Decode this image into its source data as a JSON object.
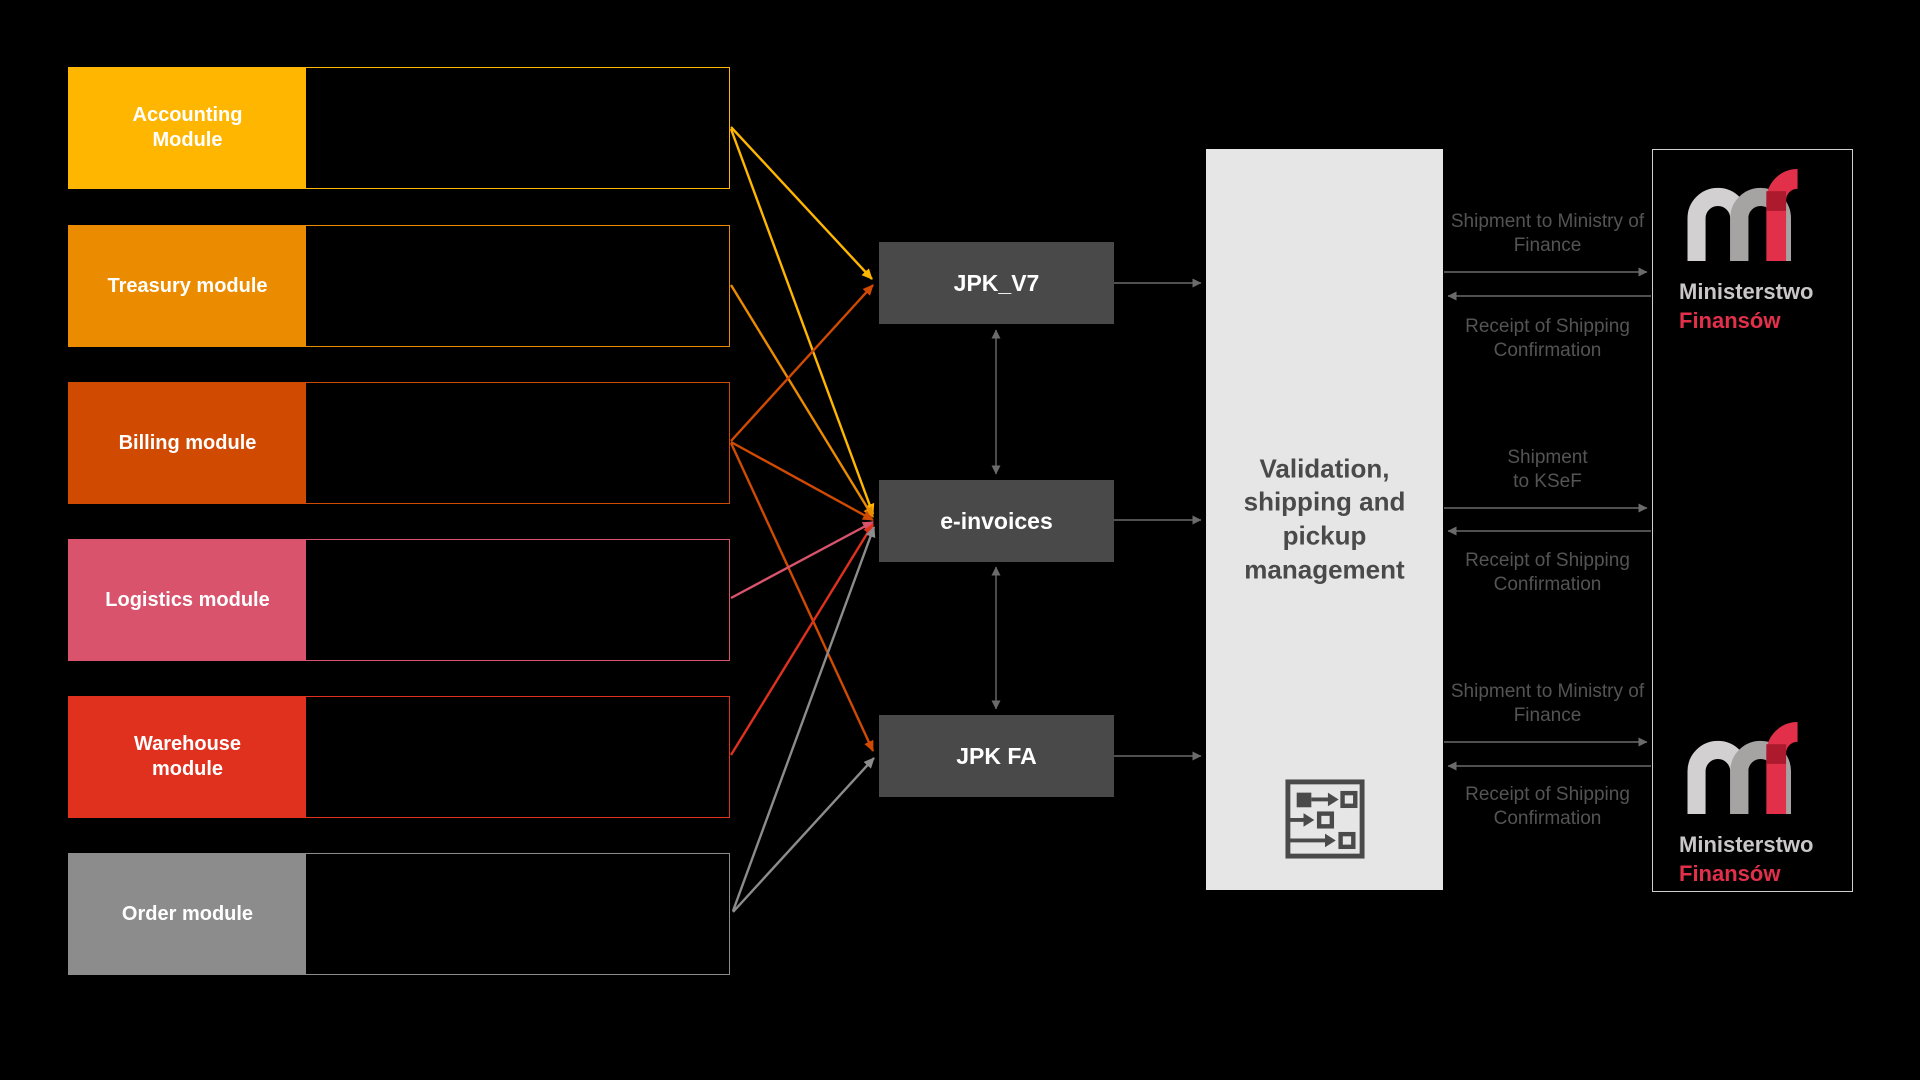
{
  "colors": {
    "background": "#000000",
    "accounting": "#FFB600",
    "treasury": "#EB8C00",
    "billing": "#D04A02",
    "logistics": "#D8536B",
    "warehouse": "#E0301E",
    "order": "#8C8C8C",
    "document_box": "#494949",
    "validation_box": "#E6E6E6",
    "validation_text": "#4A4A4A",
    "connector_gray": "#6B6B6B",
    "flow_label_text": "#545454",
    "logo_gray": "#C9C7C7",
    "logo_red": "#E2304A"
  },
  "modules": [
    {
      "id": "accounting",
      "label": "Accounting\nModule",
      "color": "#FFB600"
    },
    {
      "id": "treasury",
      "label": "Treasury module",
      "color": "#EB8C00"
    },
    {
      "id": "billing",
      "label": "Billing module",
      "color": "#D04A02"
    },
    {
      "id": "logistics",
      "label": "Logistics module",
      "color": "#D8536B"
    },
    {
      "id": "warehouse",
      "label": "Warehouse\nmodule",
      "color": "#E0301E"
    },
    {
      "id": "order",
      "label": "Order module",
      "color": "#8C8C8C"
    }
  ],
  "documents": [
    {
      "id": "jpk_v7",
      "label": "JPK_V7"
    },
    {
      "id": "e_invoices",
      "label": "e-invoices"
    },
    {
      "id": "jpk_fa",
      "label": "JPK FA"
    }
  ],
  "validation": {
    "label": "Validation, shipping and pickup management"
  },
  "flows": [
    {
      "label": "Shipment to Ministry of Finance",
      "direction": "right"
    },
    {
      "label": "Receipt of Shipping Confirmation",
      "direction": "left"
    },
    {
      "label": "Shipment\nto KSeF",
      "direction": "right"
    },
    {
      "label": "Receipt of Shipping Confirmation",
      "direction": "left"
    },
    {
      "label": "Shipment to Ministry of Finance",
      "direction": "right"
    },
    {
      "label": "Receipt of Shipping Confirmation",
      "direction": "left"
    }
  ],
  "ministry": {
    "name_line1": "Ministerstwo",
    "name_line2": "Finansów"
  },
  "connections": [
    {
      "from": "Accounting Module",
      "to": "JPK_V7",
      "color": "#FFB600"
    },
    {
      "from": "Accounting Module",
      "to": "e-invoices",
      "color": "#FFB600"
    },
    {
      "from": "Treasury module",
      "to": "e-invoices",
      "color": "#EB8C00"
    },
    {
      "from": "Billing module",
      "to": "JPK_V7",
      "color": "#D04A02"
    },
    {
      "from": "Billing module",
      "to": "e-invoices",
      "color": "#D04A02"
    },
    {
      "from": "Billing module",
      "to": "JPK FA",
      "color": "#D04A02"
    },
    {
      "from": "Logistics module",
      "to": "e-invoices",
      "color": "#D8536B"
    },
    {
      "from": "Warehouse module",
      "to": "e-invoices",
      "color": "#E0301E"
    },
    {
      "from": "Order module",
      "to": "e-invoices",
      "color": "#8C8C8C"
    },
    {
      "from": "Order module",
      "to": "JPK FA",
      "color": "#8C8C8C"
    },
    {
      "from": "JPK_V7",
      "to": "e-invoices",
      "color": "#6B6B6B",
      "bidirectional": true
    },
    {
      "from": "e-invoices",
      "to": "JPK FA",
      "color": "#6B6B6B",
      "bidirectional": true
    },
    {
      "from": "JPK_V7",
      "to": "Validation, shipping and pickup management",
      "color": "#6B6B6B"
    },
    {
      "from": "e-invoices",
      "to": "Validation, shipping and pickup management",
      "color": "#6B6B6B"
    },
    {
      "from": "JPK FA",
      "to": "Validation, shipping and pickup management",
      "color": "#6B6B6B"
    }
  ]
}
